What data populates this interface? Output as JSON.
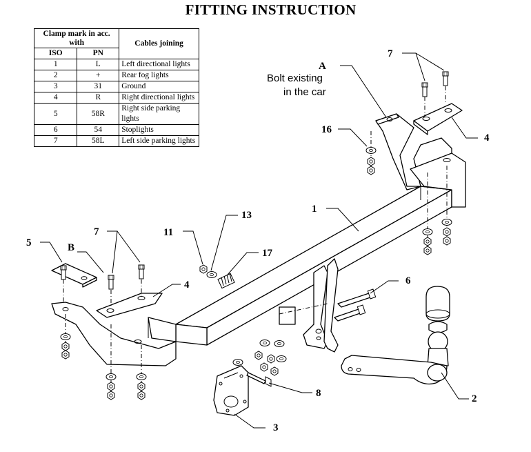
{
  "title": "FITTING INSTRUCTION",
  "table": {
    "header_mark": "Clamp mark in acc. with",
    "header_iso": "ISO",
    "header_pn": "PN",
    "header_cables": "Cables joining",
    "rows": [
      {
        "iso": "1",
        "pn": "L",
        "cable": "Left directional lights"
      },
      {
        "iso": "2",
        "pn": "+",
        "cable": "Rear fog lights"
      },
      {
        "iso": "3",
        "pn": "31",
        "cable": "Ground"
      },
      {
        "iso": "4",
        "pn": "R",
        "cable": "Right directional lights"
      },
      {
        "iso": "5",
        "pn": "58R",
        "cable": "Right side parking lights"
      },
      {
        "iso": "6",
        "pn": "54",
        "cable": "Stoplights"
      },
      {
        "iso": "7",
        "pn": "58L",
        "cable": "Left side parking lights"
      }
    ]
  },
  "labels": {
    "p1": "1",
    "p2": "2",
    "p3": "3",
    "p4a": "4",
    "p4b": "4",
    "p5": "5",
    "p6": "6",
    "p7a": "7",
    "p7b": "7",
    "p8": "8",
    "p11": "11",
    "p13": "13",
    "p16": "16",
    "p17": "17",
    "a": "A",
    "b": "B",
    "bolt_line1": "Bolt existing",
    "bolt_line2": "in the car"
  }
}
